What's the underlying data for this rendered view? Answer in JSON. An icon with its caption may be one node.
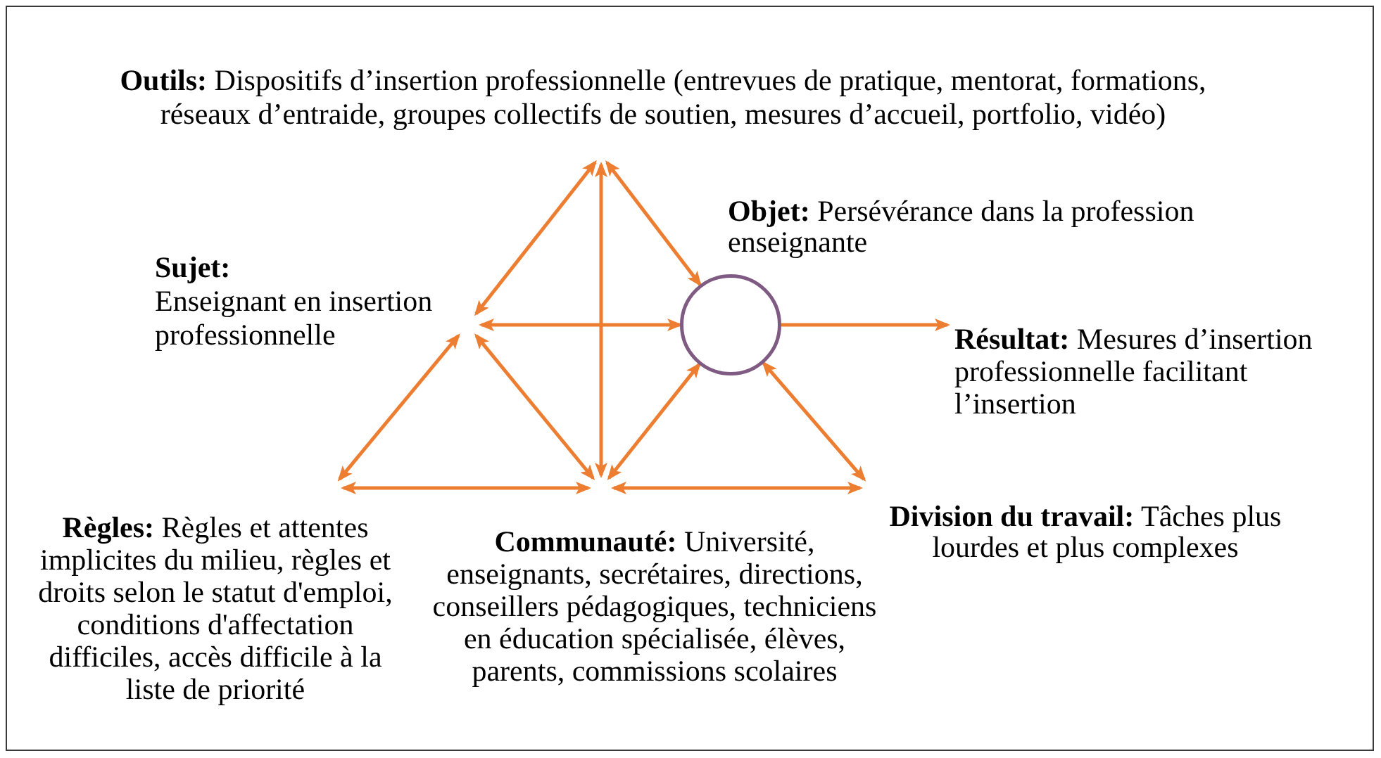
{
  "diagram": {
    "nodes": [
      {
        "text": [
          "**Outils:** Dispositifs d’insertion professionnelle (entrevues de pratique, mentorat, formations, réseaux d’entraide, groupes collectifs de soutien, mesures d’accueil, portfolio, vidéo)"
        ]
      },
      {
        "text": [
          "Sujet:",
          "Enseignant en insertion professionnelle"
        ]
      },
      {
        "text": [],
        "shape": "circle",
        "beside": [
          "**Objet:** Persévérance dans la profession enseignante"
        ]
      },
      {
        "text": [
          "**Résultat:** Mesures d’insertion professionnelle facilitant l’insertion"
        ]
      },
      {
        "text": [
          "**Règles:** Règles et attentes implicites du milieu, règles et droits selon le statut d'emploi, conditions d'affectation difficiles, accès difficile à la liste de priorité"
        ]
      },
      {
        "text": [
          "**Communauté:** Université, enseignants, secrétaires, directions, conseillers pédagogiques, techniciens en éducation spécialisée, élèves, parents, commissions scolaires"
        ]
      },
      {
        "text": [
          "**Division du travail:** Tâches plus lourdes et plus complexes"
        ]
      }
    ],
    "edges": [
      {
        "from": 0,
        "to": 1,
        "arrow": "both"
      },
      {
        "from": 0,
        "to": 2,
        "arrow": "both"
      },
      {
        "from": 0,
        "to": 5,
        "arrow": "both"
      },
      {
        "from": 1,
        "to": 2,
        "arrow": "both"
      },
      {
        "from": 2,
        "to": 3,
        "arrow": "to"
      },
      {
        "from": 1,
        "to": 4,
        "arrow": "both"
      },
      {
        "from": 1,
        "to": 5,
        "arrow": "both"
      },
      {
        "from": 4,
        "to": 5,
        "arrow": "both"
      },
      {
        "from": 5,
        "to": 6,
        "arrow": "both"
      },
      {
        "from": 5,
        "to": 2,
        "arrow": "both"
      },
      {
        "from": 6,
        "to": 2,
        "arrow": "both"
      }
    ]
  }
}
